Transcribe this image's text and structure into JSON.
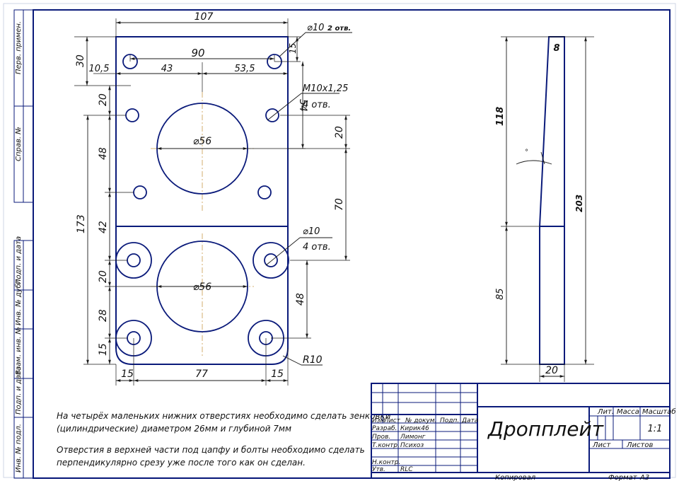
{
  "drawing": {
    "plate": {
      "width": "107",
      "top_hole_spacing": "90",
      "top_hole_dia": "⌀10",
      "top_hole_qty": "2 отв.",
      "edge_top_15": "15",
      "edge_30": "30",
      "edge_10_5": "10,5",
      "x_43": "43",
      "x_53_5": "53,5",
      "y_54": "54",
      "thread": "M10x1,25",
      "thread_qty": "4 отв.",
      "y_20_a": "20",
      "y_48_a": "48",
      "y_173": "173",
      "y_42": "42",
      "y_20_b": "20",
      "y_28": "28",
      "y_15_b": "15",
      "big_dia_1": "⌀56",
      "big_dia_2": "⌀56",
      "y_20_right": "20",
      "y_70": "70",
      "lower_hole_dia": "⌀10",
      "lower_hole_qty": "4 отв.",
      "y_48_right": "48",
      "radius": "R10",
      "x_15_left": "15",
      "x_77": "77",
      "x_15_right": "15"
    },
    "side": {
      "thickness_top": "8",
      "upper_len": "118",
      "total_len": "203",
      "lower_len": "85",
      "bottom_width": "20",
      "angle_mark": "°"
    }
  },
  "notes": {
    "note1_line1": "На четырёх маленьких нижних отверстиях необходимо сделать зенковки",
    "note1_line2": "(цилиндрические) диаметром 26мм и глубиной 7мм",
    "note2_line1": "Отверстия в верхней части под цапфу и болты необходимо сделать",
    "note2_line2": "перпендикулярно срезу уже после того как он сделан."
  },
  "left_strip": {
    "perv_primen": "Перв. примен.",
    "sprav_no": "Справ. №",
    "podp_data_1": "Подп. и дата",
    "inv_dubl": "Инв. № дубл.",
    "vzam_inv": "Взам. инв. №",
    "podp_data_2": "Подп. и дата",
    "inv_podl": "Инв. № подл."
  },
  "title_block": {
    "title": "Дропплейт",
    "hdr_izm": "Изм",
    "hdr_list": "Лист",
    "hdr_ndoc": "№ докум.",
    "hdr_podp": "Подп.",
    "hdr_data": "Дата",
    "razrab_label": "Разраб.",
    "razrab_name": "Кирик46",
    "prov_label": "Пров.",
    "prov_name": "Лимонг",
    "tkontr_label": "Т.контр.",
    "tkontr_name": "Психоз",
    "nkontr_label": "Н.контр.",
    "utv_label": "Утв.",
    "utv_name": "RLC",
    "lit_label": "Лит.",
    "massa_label": "Масса",
    "masshtab_label": "Масштаб",
    "masshtab_value": "1:1",
    "list_label": "Лист",
    "listov_label": "Листов",
    "kopiroval": "Копировал",
    "format_label": "Формат",
    "format_value": "А3"
  }
}
